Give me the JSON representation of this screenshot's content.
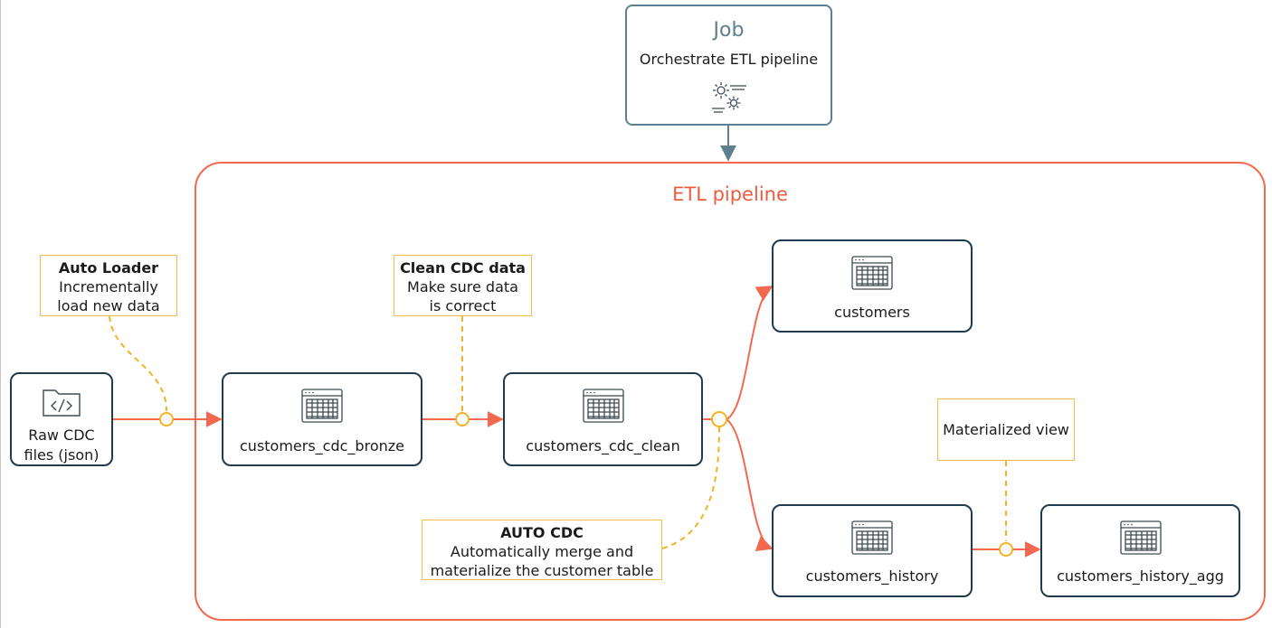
{
  "job": {
    "title": "Job",
    "subtitle": "Orchestrate ETL pipeline",
    "icon": "gear-pipeline-icon"
  },
  "pipeline": {
    "title": "ETL pipeline"
  },
  "nodes": {
    "raw": {
      "line1": "Raw CDC",
      "line2": "files (json)",
      "icon": "code-folder-icon"
    },
    "bronze": {
      "label": "customers_cdc_bronze",
      "icon": "table-icon"
    },
    "clean": {
      "label": "customers_cdc_clean",
      "icon": "table-icon"
    },
    "customers": {
      "label": "customers",
      "icon": "table-icon"
    },
    "history": {
      "label": "customers_history",
      "icon": "table-icon"
    },
    "history_agg": {
      "label": "customers_history_agg",
      "icon": "table-icon"
    }
  },
  "notes": {
    "auto_loader": {
      "title": "Auto Loader",
      "lines": [
        "Incrementally",
        "load new data"
      ]
    },
    "clean_cdc": {
      "title": "Clean CDC data",
      "lines": [
        "Make sure data",
        "is correct"
      ]
    },
    "auto_cdc": {
      "title": "AUTO CDC",
      "lines": [
        "Automatically merge and",
        "materialize the customer table"
      ]
    },
    "materialized": {
      "lines": [
        "Materialized view"
      ]
    }
  },
  "colors": {
    "node_border": "#1f3b4d",
    "job_border": "#5d7f8f",
    "pipeline": "#f2694f",
    "note_border": "#f4c04a",
    "connector": "#f2694f",
    "dashed": "#f0b323"
  }
}
